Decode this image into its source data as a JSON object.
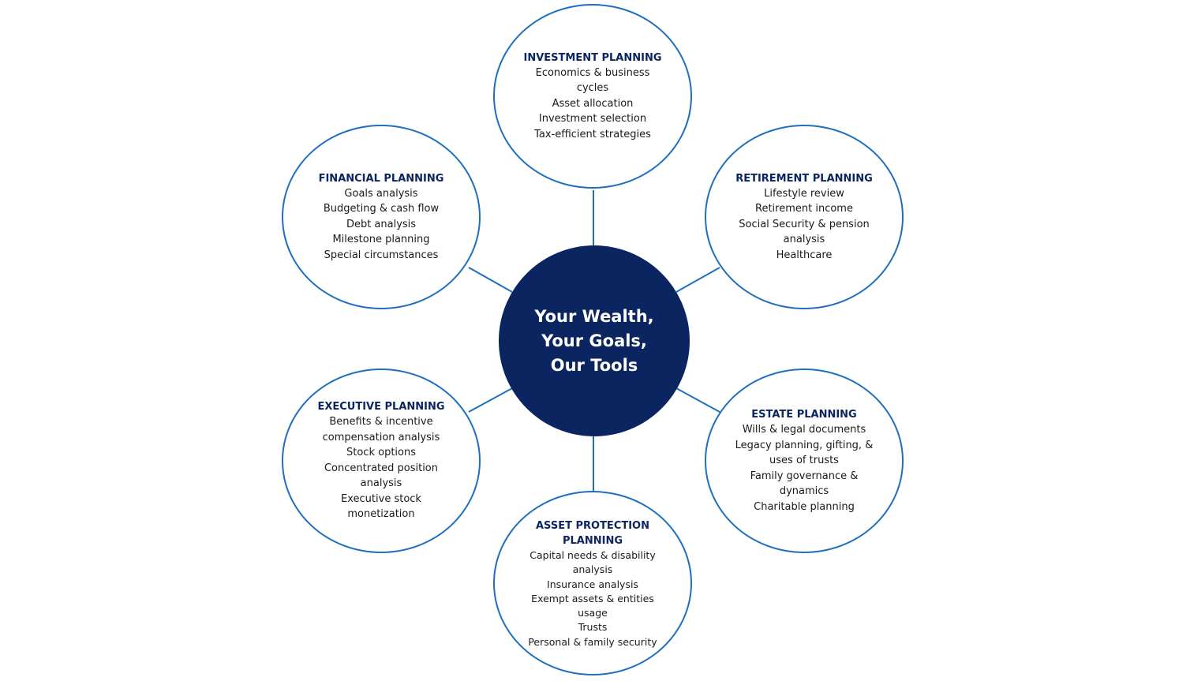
{
  "hub": {
    "lines": [
      "Your Wealth,",
      "Your Goals,",
      "Our Tools"
    ]
  },
  "nodes": [
    {
      "id": "investment",
      "title": "INVESTMENT PLANNING",
      "items": [
        "Economics & business cycles",
        "Asset allocation",
        "Investment selection",
        "Tax-efficient strategies"
      ]
    },
    {
      "id": "financial",
      "title": "FINANCIAL PLANNING",
      "items": [
        "Goals analysis",
        "Budgeting & cash flow",
        "Debt analysis",
        "Milestone planning",
        "Special circumstances"
      ]
    },
    {
      "id": "retirement",
      "title": "RETIREMENT PLANNING",
      "items": [
        "Lifestyle review",
        "Retirement income",
        "Social Security & pension analysis",
        "Healthcare"
      ]
    },
    {
      "id": "executive",
      "title": "EXECUTIVE PLANNING",
      "items": [
        "Benefits & incentive compensation analysis",
        "Stock options",
        "Concentrated position analysis",
        "Executive stock monetization"
      ]
    },
    {
      "id": "estate",
      "title": "ESTATE PLANNING",
      "items": [
        "Wills & legal documents",
        "Legacy planning, gifting, & uses of trusts",
        "Family governance & dynamics",
        "Charitable planning"
      ]
    },
    {
      "id": "asset",
      "title": "ASSET PROTECTION PLANNING",
      "items": [
        "Capital needs & disability analysis",
        "Insurance analysis",
        "Exempt assets & entities usage",
        "Trusts",
        "Personal & family security"
      ]
    }
  ],
  "colors": {
    "hub_fill": "#0b2560",
    "hub_text": "#ffffff",
    "ring": "#1f6fbf",
    "title_text": "#0b2560",
    "body_text": "#1a1a1a"
  }
}
